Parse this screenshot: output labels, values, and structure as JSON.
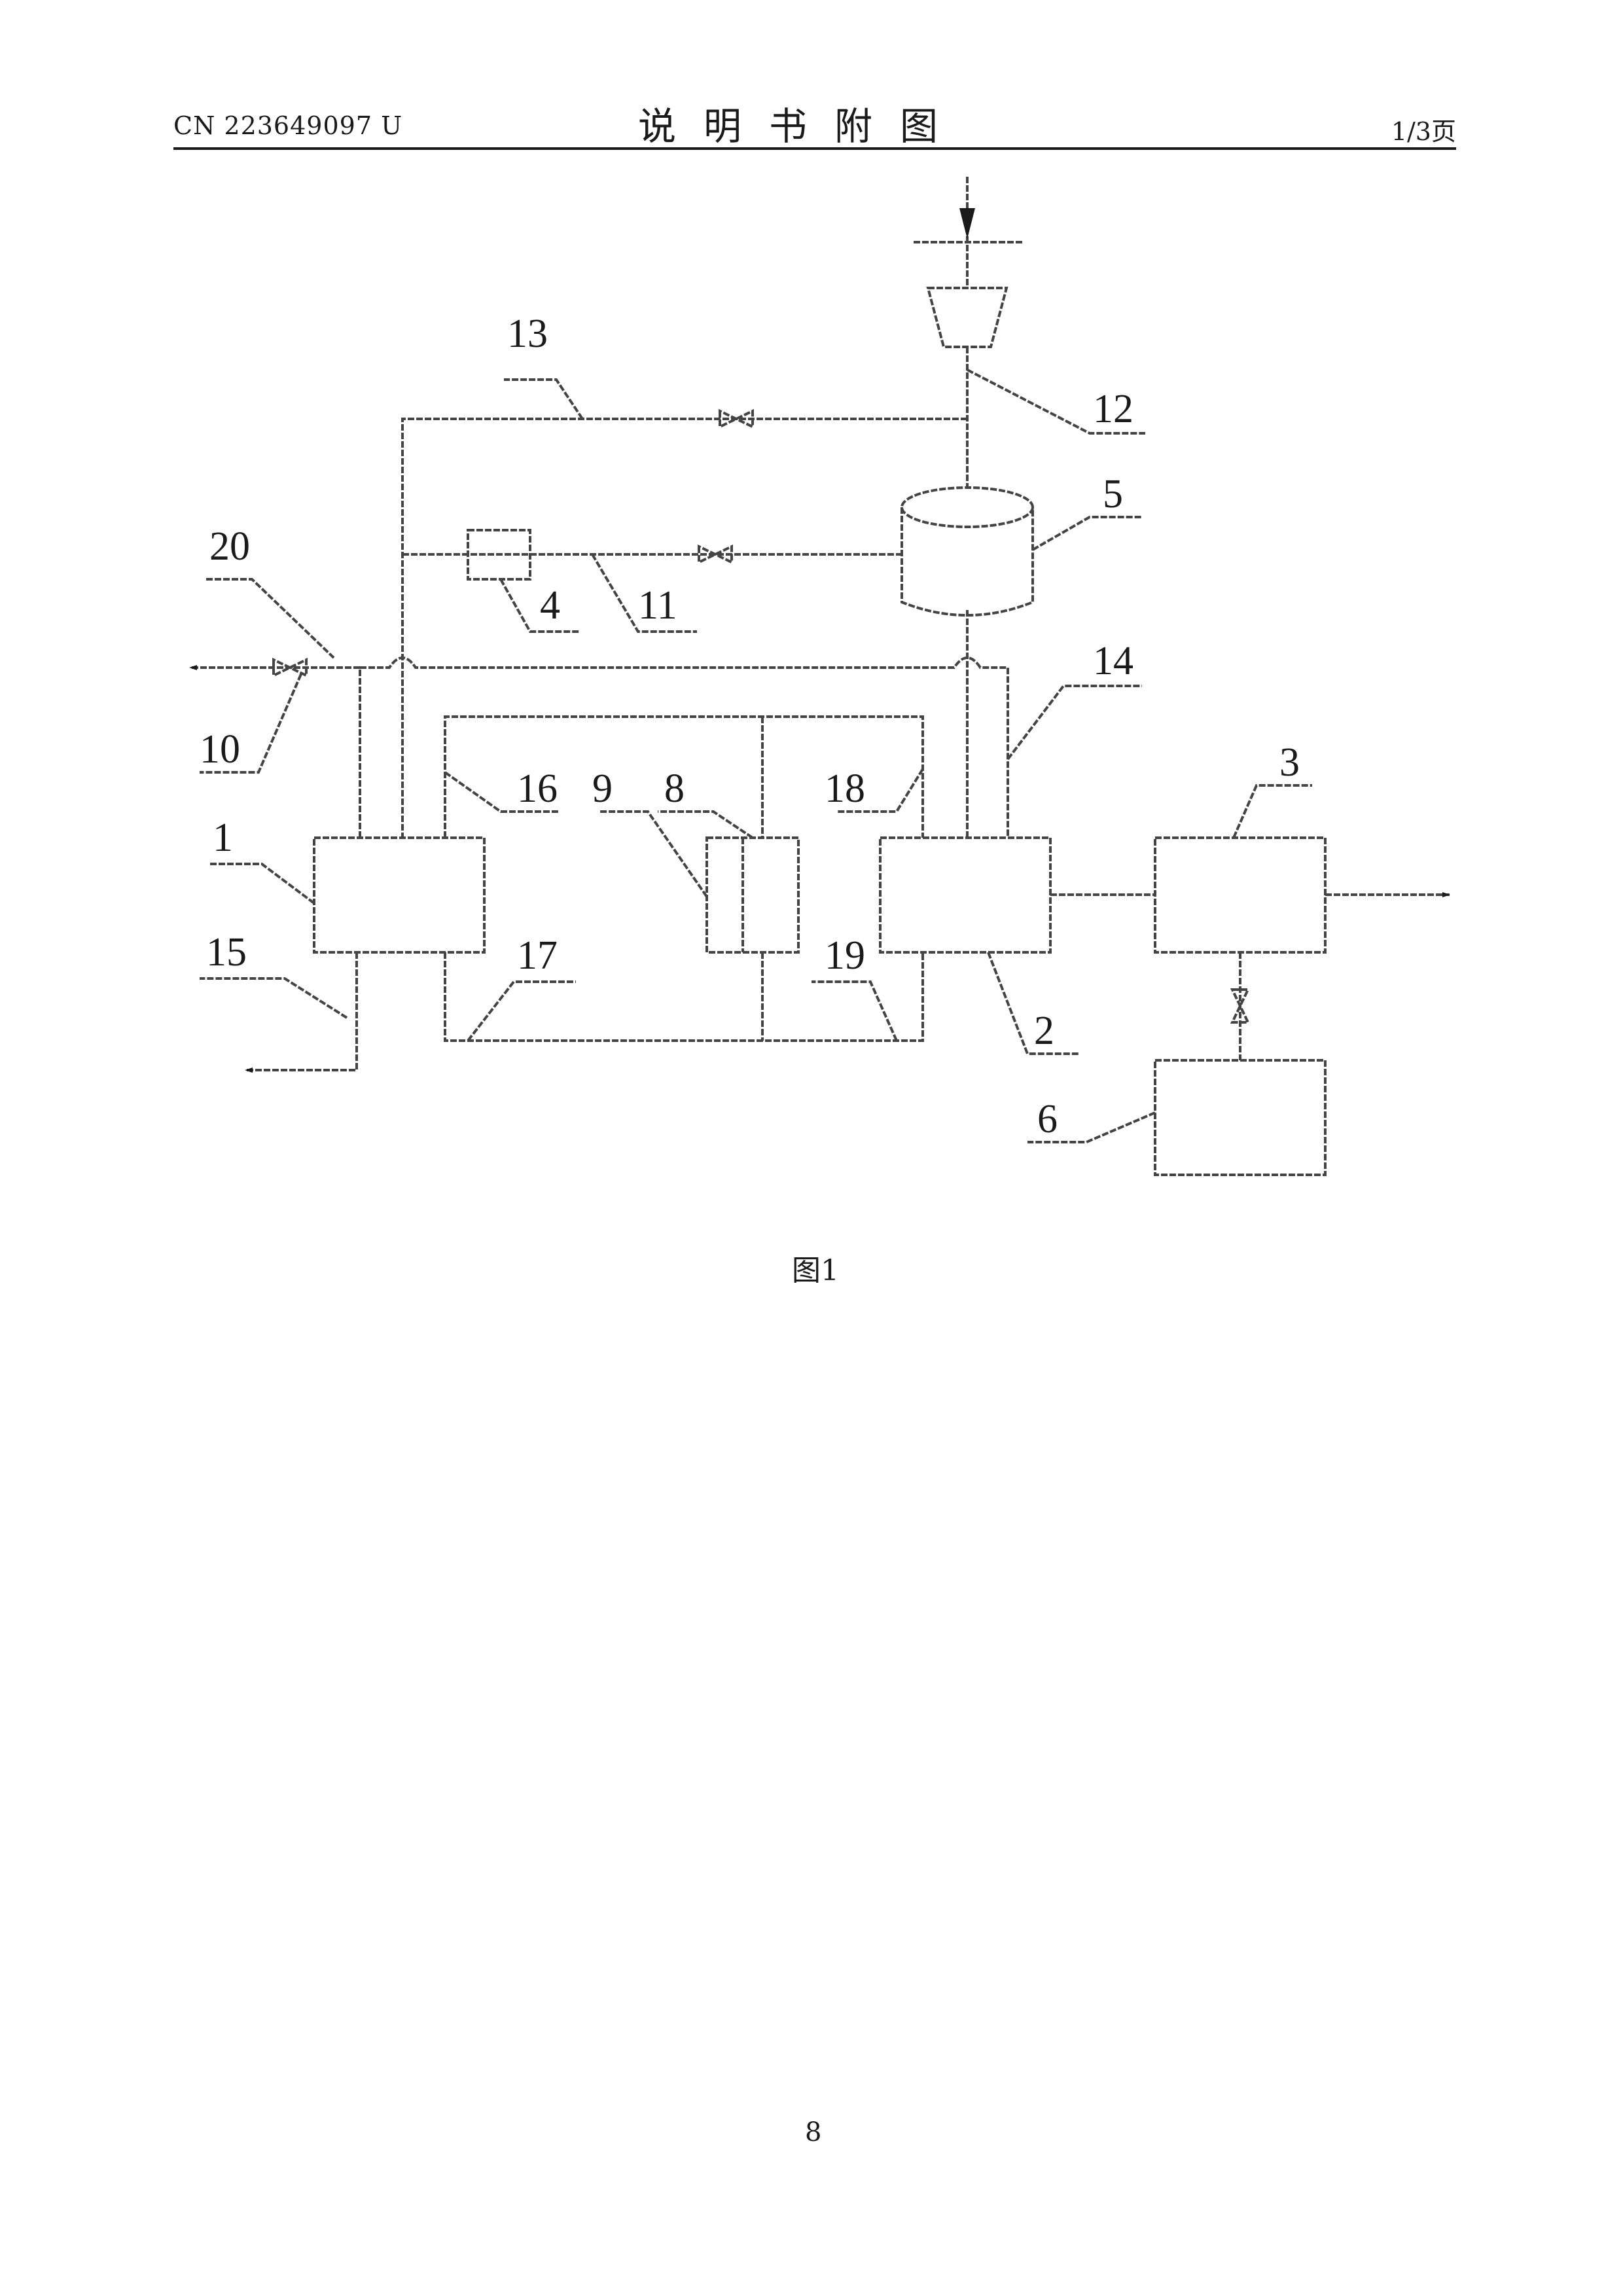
{
  "header": {
    "doc_number": "CN 223649097 U",
    "section_title": "说明书附图",
    "page_of": "1/3页"
  },
  "figure": {
    "caption": "图1",
    "labels": {
      "l1": "1",
      "l2": "2",
      "l3": "3",
      "l4": "4",
      "l5": "5",
      "l6": "6",
      "l8": "8",
      "l9": "9",
      "l10": "10",
      "l11": "11",
      "l12": "12",
      "l13": "13",
      "l14": "14",
      "l15": "15",
      "l16": "16",
      "l17": "17",
      "l18": "18",
      "l19": "19",
      "l20": "20"
    }
  },
  "page_number": "8"
}
